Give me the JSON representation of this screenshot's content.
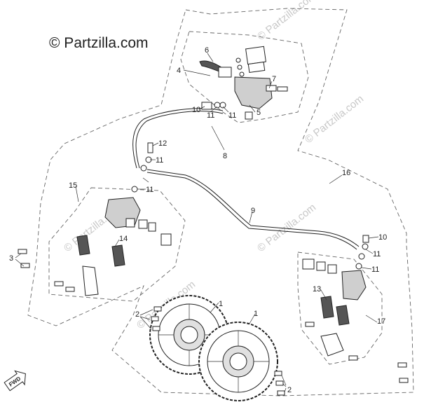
{
  "watermark": {
    "main": "© Partzilla.com",
    "tiles": [
      "© Partzilla.com",
      "© Partzilla.com",
      "© Partzilla.com",
      "© Partzilla.com",
      "© Partzilla.com"
    ]
  },
  "forward_marker": "FWD",
  "callouts": {
    "c1a": "1",
    "c1b": "1",
    "c2a": "2",
    "c2b": "2",
    "c3": "3",
    "c4": "4",
    "c5": "5",
    "c6": "6",
    "c7": "7",
    "c8": "8",
    "c9": "9",
    "c10a": "10",
    "c10b": "10",
    "c11a": "11",
    "c11b": "11",
    "c11c": "11",
    "c11d": "11",
    "c11e": "11",
    "c11f": "11",
    "c12": "12",
    "c13": "13",
    "c14": "14",
    "c15": "15",
    "c16": "16",
    "c17": "17"
  },
  "icons": {
    "disc": "brake-disc-icon",
    "caliper": "brake-caliper-icon",
    "master": "master-cylinder-icon",
    "hose": "brake-hose-icon",
    "bolt": "bolt-icon"
  }
}
